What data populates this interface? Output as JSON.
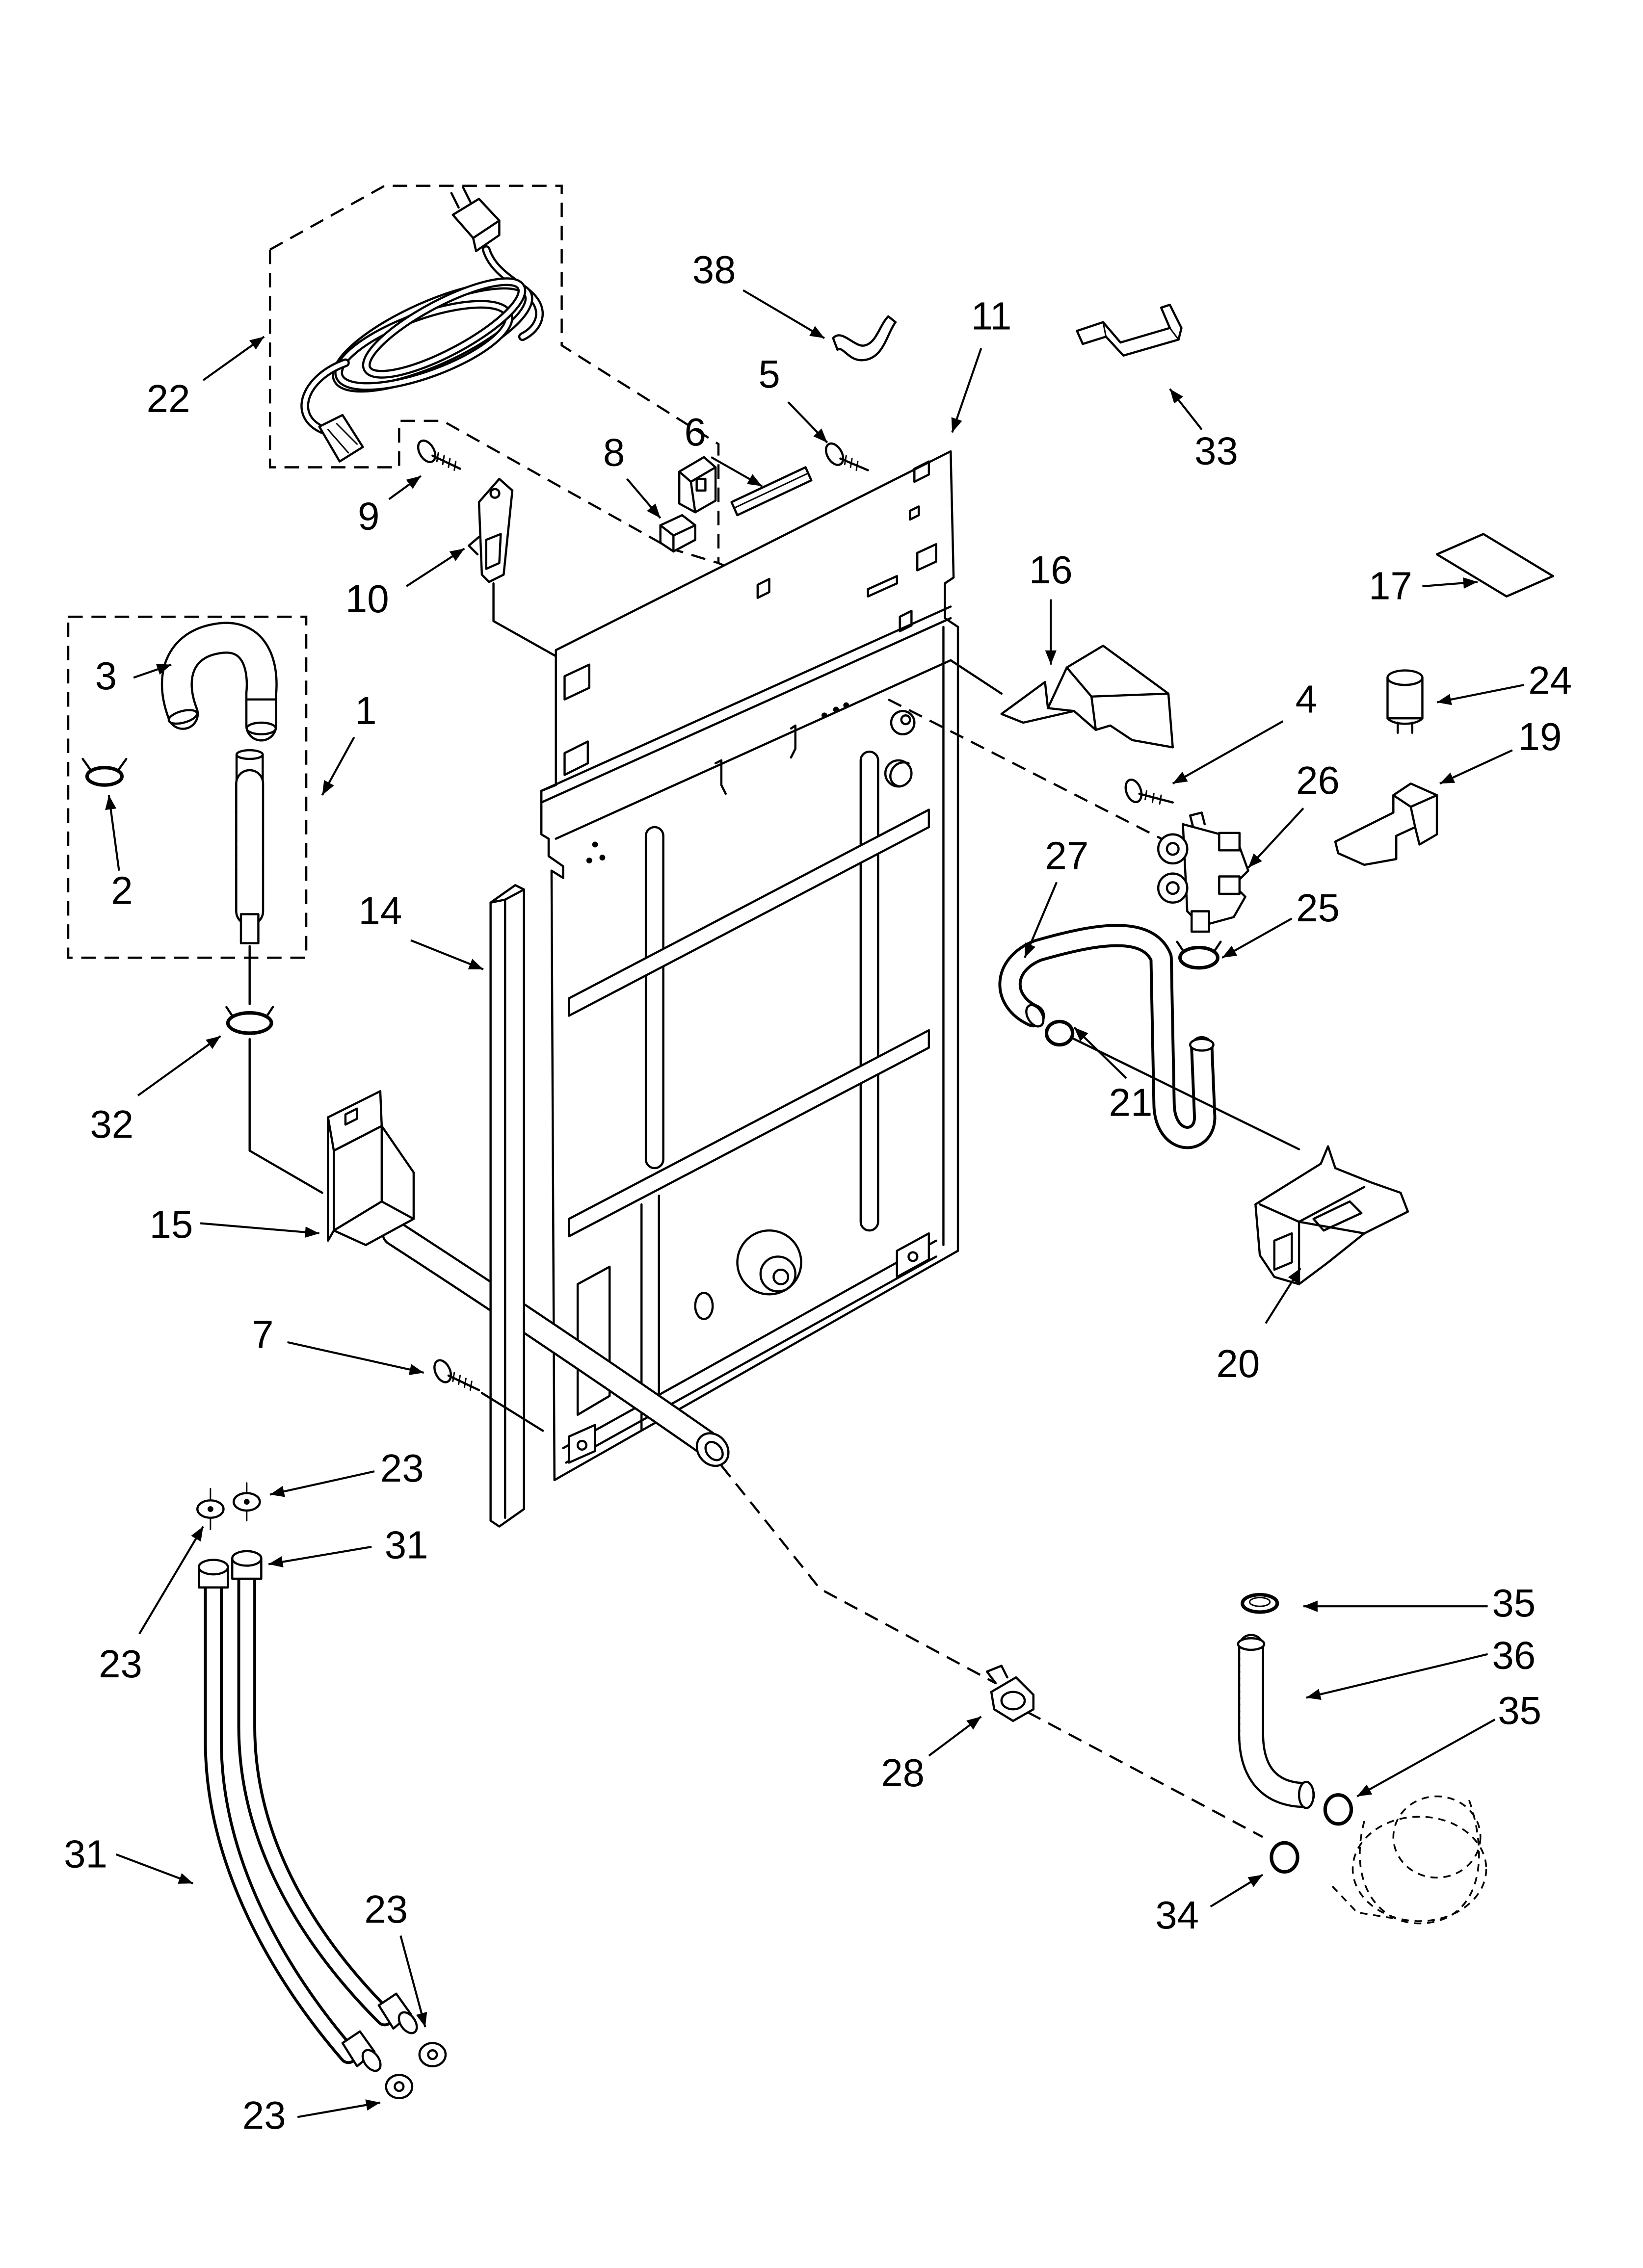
{
  "diagram": {
    "callouts": [
      "38",
      "11",
      "5",
      "33",
      "22",
      "6",
      "8",
      "9",
      "10",
      "16",
      "17",
      "3",
      "24",
      "1",
      "4",
      "19",
      "26",
      "2",
      "27",
      "14",
      "25",
      "32",
      "21",
      "15",
      "20",
      "7",
      "23",
      "31",
      "23",
      "35",
      "36",
      "35",
      "28",
      "31",
      "23",
      "34",
      "23"
    ]
  }
}
